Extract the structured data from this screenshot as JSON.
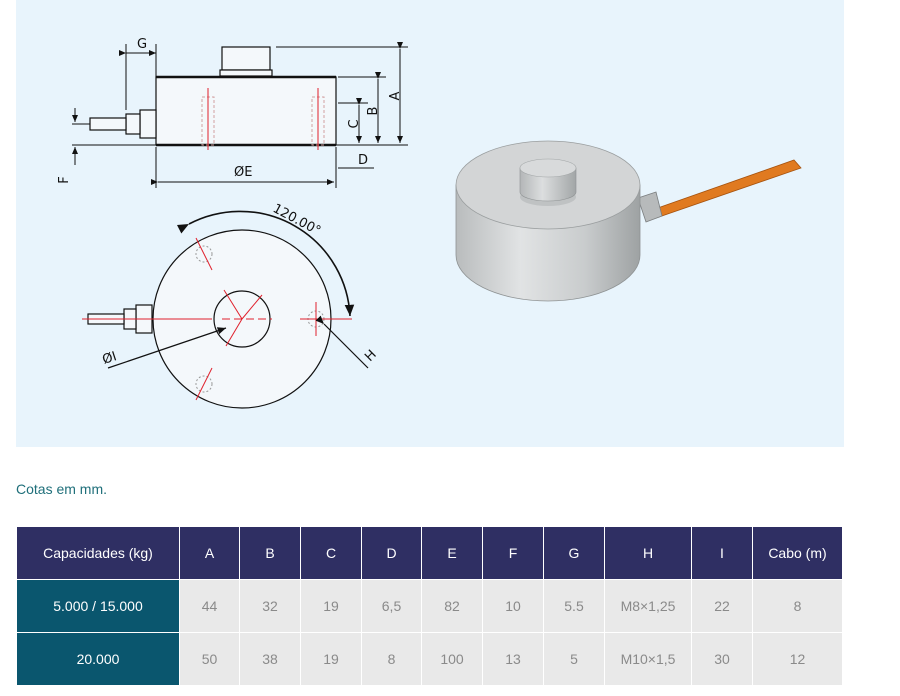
{
  "drawing": {
    "labels": {
      "a": "A",
      "b": "B",
      "c": "C",
      "d": "D",
      "e": "ØE",
      "f": "F",
      "g": "G",
      "h": "H",
      "i": "ØI",
      "angle": "120.00°"
    },
    "colors": {
      "panel": "#e8f4fc",
      "centerline": "#e0202c",
      "outline": "#111111",
      "cable": "#e07a20",
      "body": "#c9cccd"
    }
  },
  "note": "Cotas em mm.",
  "table": {
    "headers": [
      "Capacidades (kg)",
      "A",
      "B",
      "C",
      "D",
      "E",
      "F",
      "G",
      "H",
      "I",
      "Cabo (m)"
    ],
    "rows": [
      [
        "5.000 / 15.000",
        "44",
        "32",
        "19",
        "6,5",
        "82",
        "10",
        "5.5",
        "M8×1,25",
        "22",
        "8"
      ],
      [
        "20.000",
        "50",
        "38",
        "19",
        "8",
        "100",
        "13",
        "5",
        "M10×1,5",
        "30",
        "12"
      ]
    ],
    "colors": {
      "header_bg": "#2f2f63",
      "capacity_bg": "#0a566e",
      "cell_bg": "#e9e9e9"
    }
  }
}
